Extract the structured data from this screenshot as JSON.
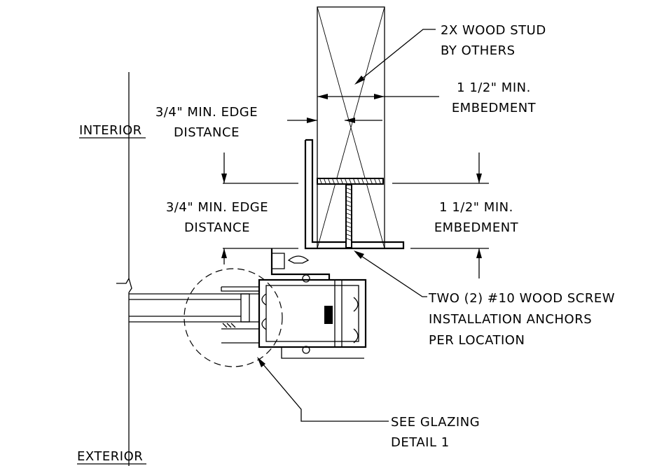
{
  "labels": {
    "interior": "INTERIOR",
    "exterior": "EXTERIOR",
    "stud_line1": "2X WOOD STUD",
    "stud_line2": "BY OTHERS",
    "embed_top_line1": "1 1/2\" MIN.",
    "embed_top_line2": "EMBEDMENT",
    "edge_top_line1": "3/4\" MIN. EDGE",
    "edge_top_line2": "DISTANCE",
    "edge_bottom_line1": "3/4\" MIN. EDGE",
    "edge_bottom_line2": "DISTANCE",
    "embed_bottom_line1": "1 1/2\" MIN.",
    "embed_bottom_line2": "EMBEDMENT",
    "screw_line1": "TWO (2) #10 WOOD SCREW",
    "screw_line2": "INSTALLATION ANCHORS",
    "screw_line3": "PER LOCATION",
    "glazing_line1": "SEE GLAZING",
    "glazing_line2": "DETAIL 1"
  }
}
